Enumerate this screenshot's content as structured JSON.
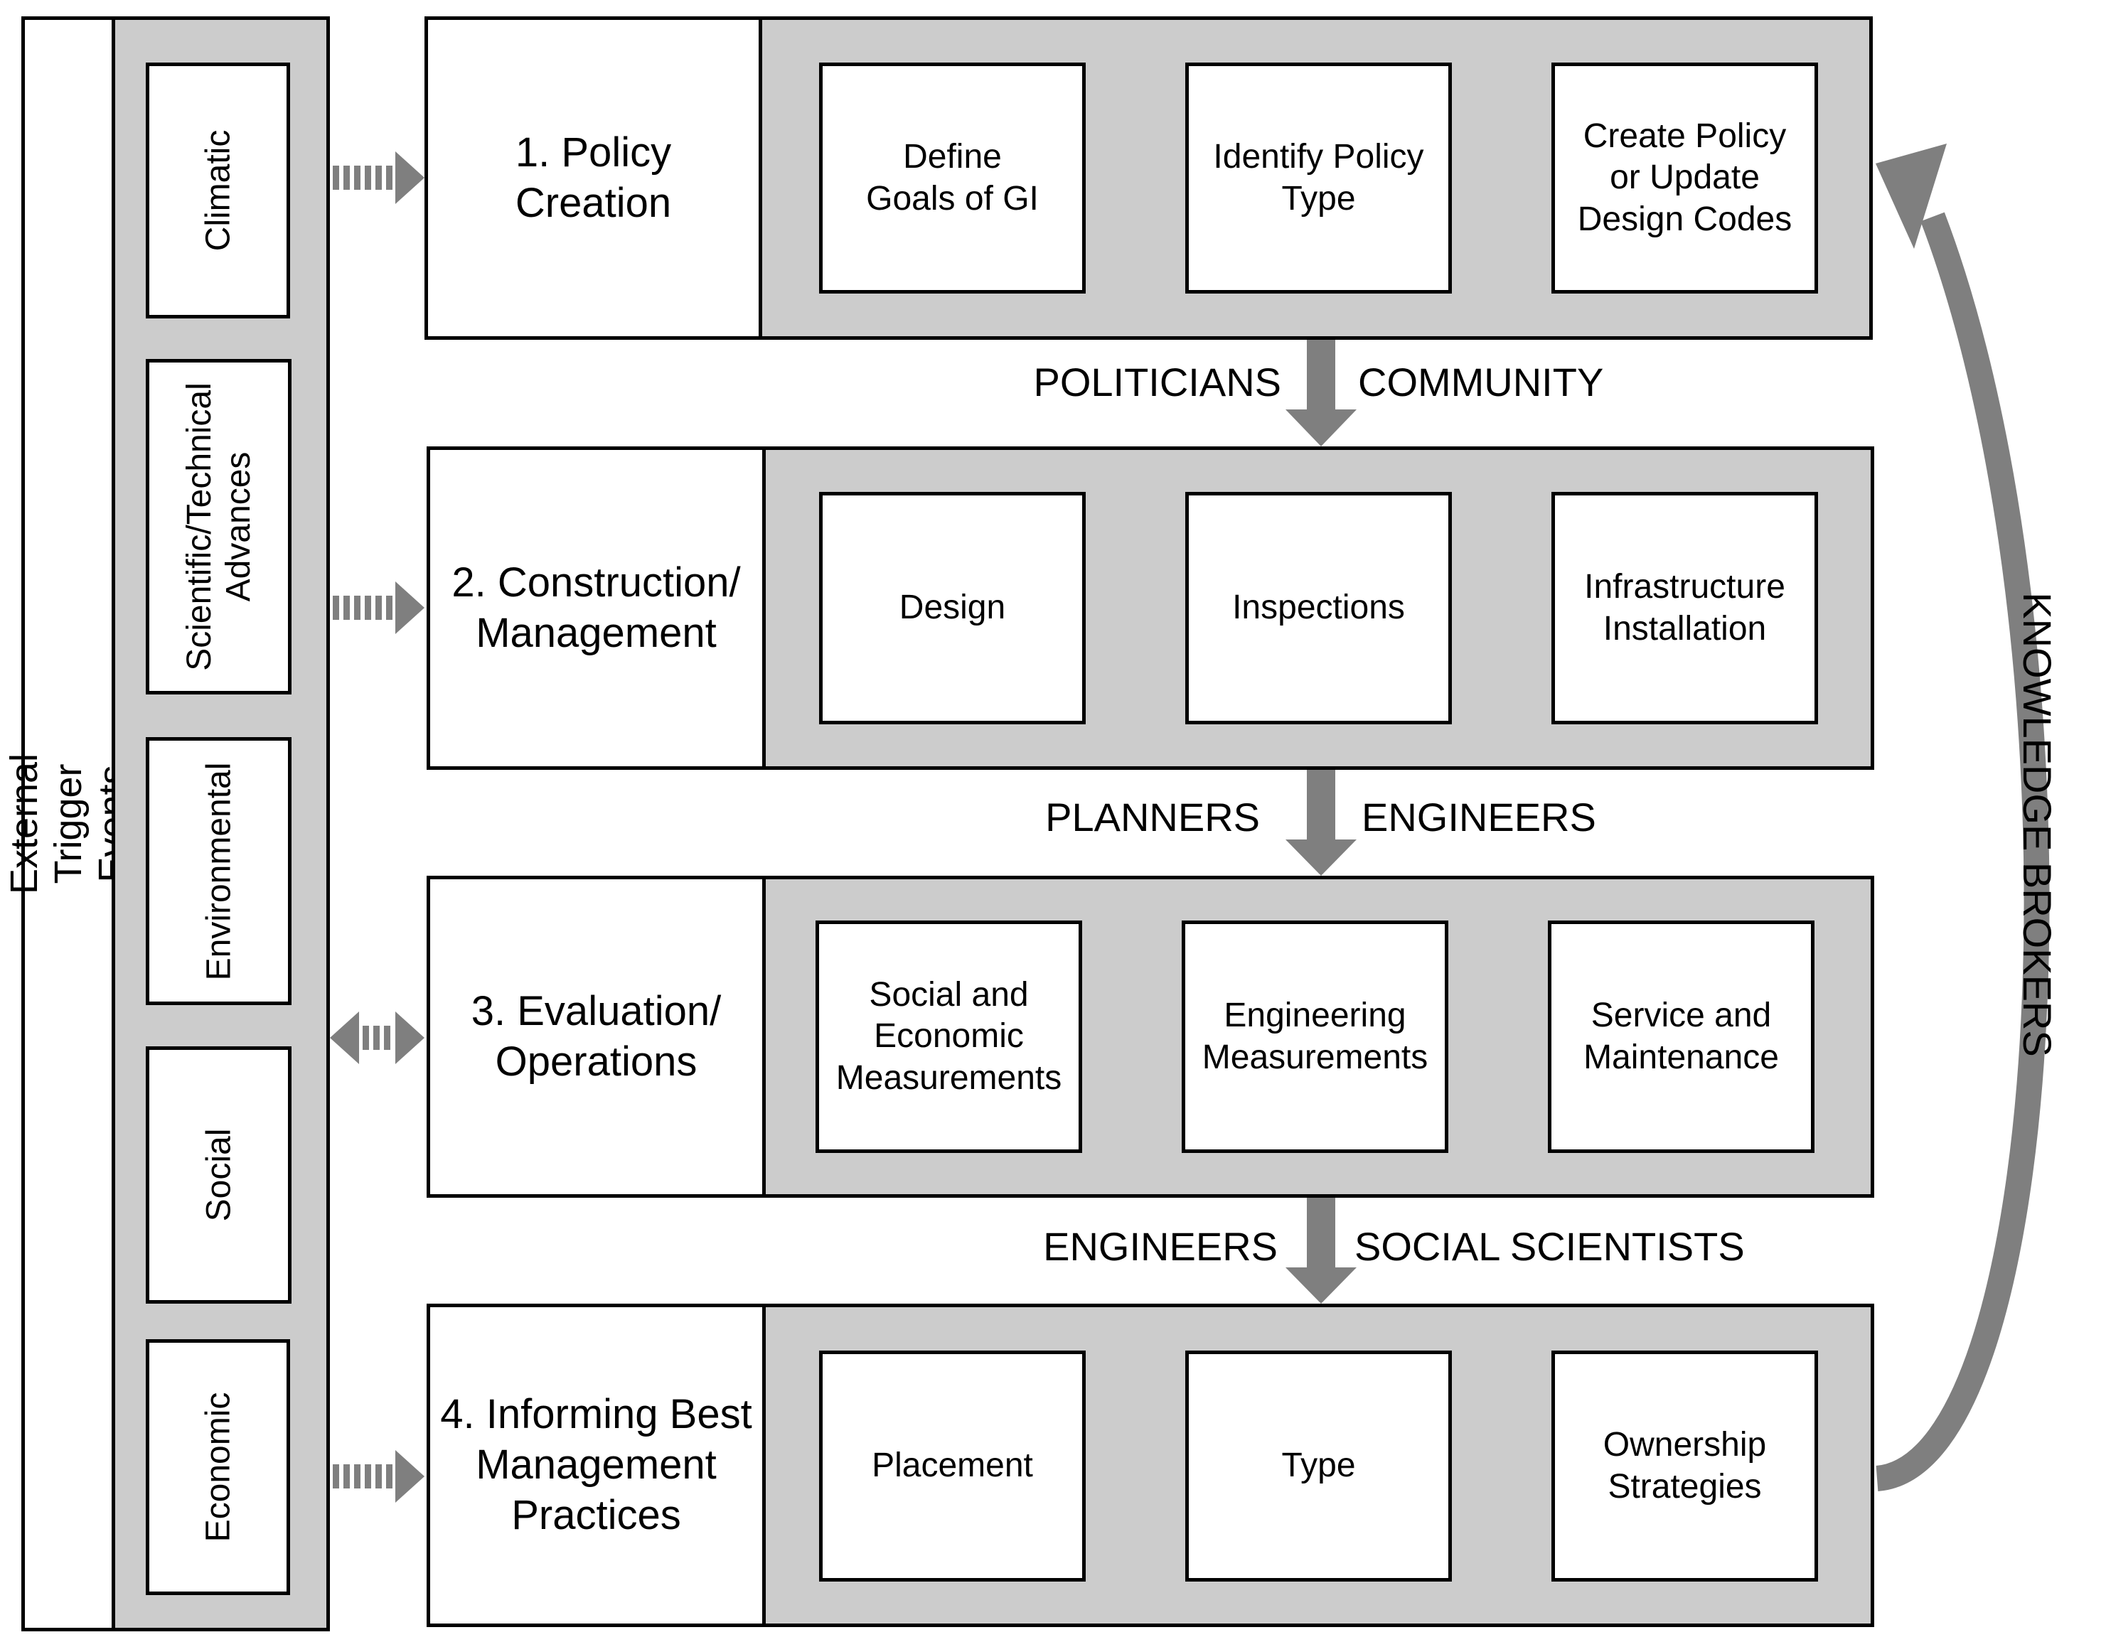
{
  "outer_label": "External Trigger Events",
  "triggers": [
    {
      "label": "Climatic"
    },
    {
      "label": "Scientific/Technical\nAdvances"
    },
    {
      "label": "Environmental"
    },
    {
      "label": "Social"
    },
    {
      "label": "Economic"
    }
  ],
  "stages": [
    {
      "title": "1. Policy\nCreation",
      "steps": [
        "Define\nGoals of GI",
        "Identify Policy\nType",
        "Create Policy\nor Update\nDesign Codes"
      ]
    },
    {
      "title": "2. Construction/\nManagement",
      "steps": [
        "Design",
        "Inspections",
        "Infrastructure\nInstallation"
      ]
    },
    {
      "title": "3. Evaluation/\nOperations",
      "steps": [
        "Social and\nEconomic\nMeasurements",
        "Engineering\nMeasurements",
        "Service and\nMaintenance"
      ]
    },
    {
      "title": "4. Informing Best\nManagement\nPractices",
      "steps": [
        "Placement",
        "Type",
        "Ownership\nStrategies"
      ]
    }
  ],
  "transitions": [
    {
      "left": "POLITICIANS",
      "right": "COMMUNITY"
    },
    {
      "left": "PLANNERS",
      "right": "ENGINEERS"
    },
    {
      "left": "ENGINEERS",
      "right": "SOCIAL SCIENTISTS"
    }
  ],
  "feedback_label": "KNOWLEDGE BROKERS",
  "colors": {
    "panel_gray": "#cccccc",
    "arrow_gray": "#7f7f7f",
    "border": "#000000"
  },
  "connector_types": [
    "single-arrow",
    "single-arrow",
    "double-arrow",
    "single-arrow"
  ]
}
